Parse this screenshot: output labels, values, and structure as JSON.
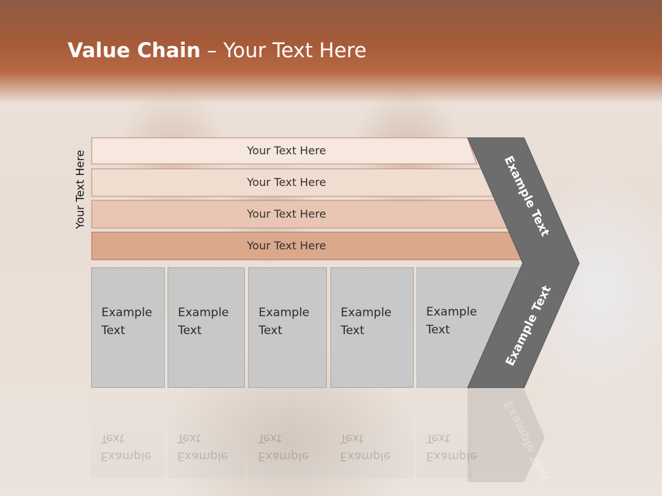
{
  "title": {
    "bold": "Value Chain",
    "rest": " – Your Text Here"
  },
  "side_label": "Your Text Here",
  "rows": [
    {
      "label": "Your Text Here",
      "color": "#f6e7df"
    },
    {
      "label": "Your Text Here",
      "color": "#f1dcd0"
    },
    {
      "label": "Your Text Here",
      "color": "#e9c6b3"
    },
    {
      "label": "Your Text Here",
      "color": "#dba88b"
    }
  ],
  "boxes": [
    {
      "label": "Example\nText"
    },
    {
      "label": "Example\nText"
    },
    {
      "label": "Example\nText"
    },
    {
      "label": "Example\nText"
    },
    {
      "label": "Example\nText"
    }
  ],
  "chevron": {
    "top_label": "Example Text",
    "bottom_label": "Example Text",
    "color": "#6d6d6d"
  },
  "colors": {
    "header": "#a85b38",
    "box": "#c8c8c8"
  }
}
